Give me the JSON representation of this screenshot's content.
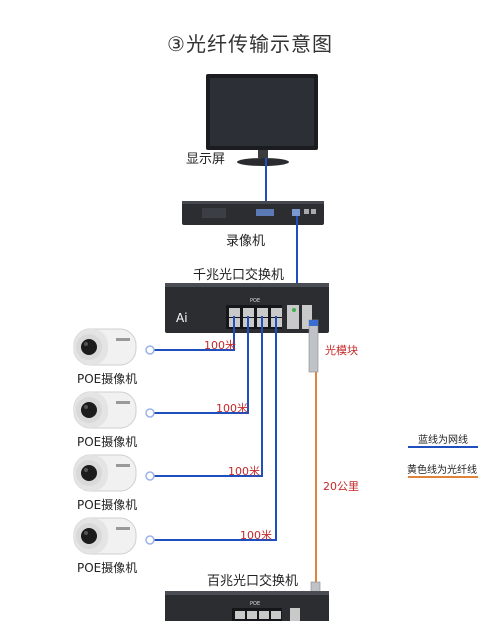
{
  "title": "③光纤传输示意图",
  "monitor_label": "显示屏",
  "nvr_label": "录像机",
  "gigabit_switch_label": "千兆光口交换机",
  "gigabit_switch_brand": "Ai",
  "gigabit_switch_port_group": "POE",
  "fast_switch_label": "百兆光口交换机",
  "fast_switch_port_group": "POE",
  "camera_label": "POE摄像机",
  "cable_length_labels": [
    "100米",
    "100米",
    "100米",
    "100米"
  ],
  "optical_module_label": "光模块",
  "fiber_distance_label": "20公里",
  "legend": {
    "network_cable": "蓝线为网线",
    "fiber_cable": "黄色线为光纤线"
  },
  "colors": {
    "network_cable": "#1f4fbf",
    "fiber_cable": "#e0843a",
    "length_text": "#c62828",
    "device_body": "#2b2d31"
  }
}
